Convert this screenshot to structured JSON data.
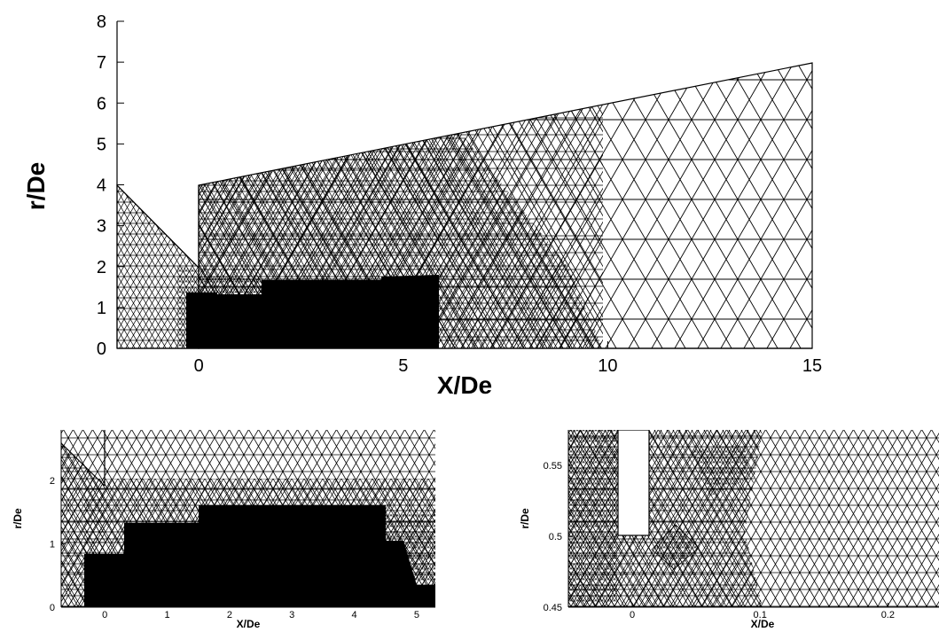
{
  "panels": [
    {
      "id": "main",
      "xlabel": "X/De",
      "ylabel": "r/De",
      "xticks": [
        "0",
        "5",
        "10",
        "15"
      ],
      "yticks": [
        "0",
        "1",
        "2",
        "3",
        "4",
        "5",
        "6",
        "7",
        "8"
      ],
      "xlim": [
        -2,
        15
      ],
      "ylim": [
        0,
        8
      ]
    },
    {
      "id": "zoom-1",
      "xlabel": "X/De",
      "ylabel": "r/De",
      "xticks": [
        "0",
        "1",
        "2",
        "3",
        "4",
        "5"
      ],
      "yticks": [
        "0",
        "1",
        "2"
      ],
      "xlim": [
        -0.7,
        5.3
      ],
      "ylim": [
        0,
        2.8
      ]
    },
    {
      "id": "zoom-2",
      "xlabel": "X/De",
      "ylabel": "r/De",
      "xticks": [
        "0",
        "0.1",
        "0.2"
      ],
      "yticks": [
        "0.45",
        "0.5",
        "0.55"
      ],
      "xlim": [
        -0.05,
        0.24
      ],
      "ylim": [
        0.45,
        0.575
      ]
    }
  ],
  "colors": {
    "mesh": "#000000",
    "background": "#ffffff"
  }
}
